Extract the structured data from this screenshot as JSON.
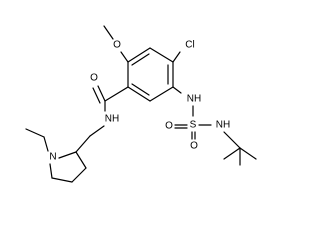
{
  "structure": {
    "atom_labels": {
      "methoxy_o": "O",
      "chloro": "Cl",
      "amide_o": "O",
      "amide_nh": "NH",
      "aryl_nh": "NH",
      "sulfur": "S",
      "sulfonyl_o_left": "O",
      "sulfonyl_o_right": "O",
      "tbutyl_nh": "NH",
      "pyrrolidine_n": "N"
    }
  }
}
